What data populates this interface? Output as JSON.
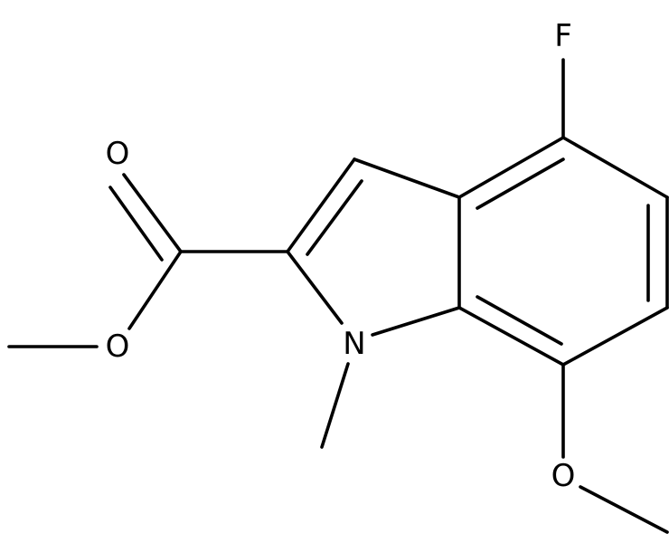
{
  "molecule": {
    "atoms": {
      "fluorine": "F",
      "carbonyl_oxygen": "O",
      "ester_oxygen": "O",
      "ring_nitrogen": "N",
      "methoxy_oxygen": "O"
    }
  }
}
